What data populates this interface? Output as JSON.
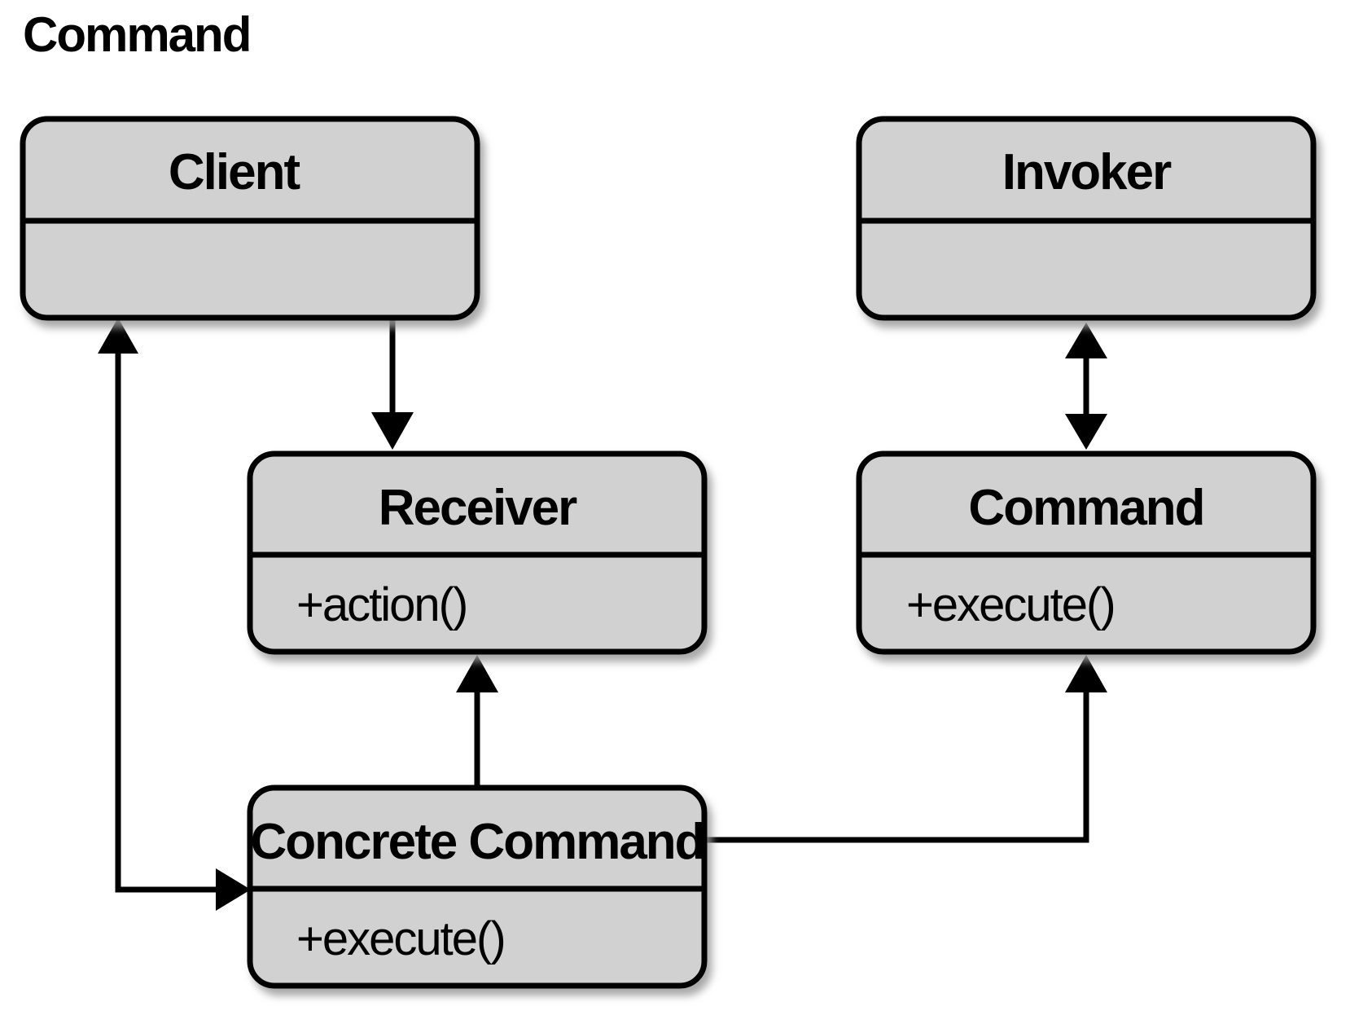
{
  "title": "Command",
  "classes": {
    "client": {
      "name": "Client",
      "operations": []
    },
    "invoker": {
      "name": "Invoker",
      "operations": []
    },
    "receiver": {
      "name": "Receiver",
      "operations": [
        "+action()"
      ]
    },
    "command": {
      "name": "Command",
      "operations": [
        "+execute()"
      ]
    },
    "concrete_command": {
      "name": "Concrete Command",
      "operations": [
        "+execute()"
      ]
    }
  },
  "relationships": [
    {
      "from": "client",
      "to": "receiver",
      "kind": "directed-association"
    },
    {
      "from": "client",
      "to": "concrete_command",
      "kind": "bidirectional-association"
    },
    {
      "from": "invoker",
      "to": "command",
      "kind": "bidirectional-association"
    },
    {
      "from": "concrete_command",
      "to": "receiver",
      "kind": "directed-association"
    },
    {
      "from": "concrete_command",
      "to": "command",
      "kind": "directed-association"
    }
  ],
  "colors": {
    "box_fill": "#d1d1d1",
    "stroke": "#000000",
    "shadow": "#9a9a9a",
    "background": "#ffffff"
  }
}
